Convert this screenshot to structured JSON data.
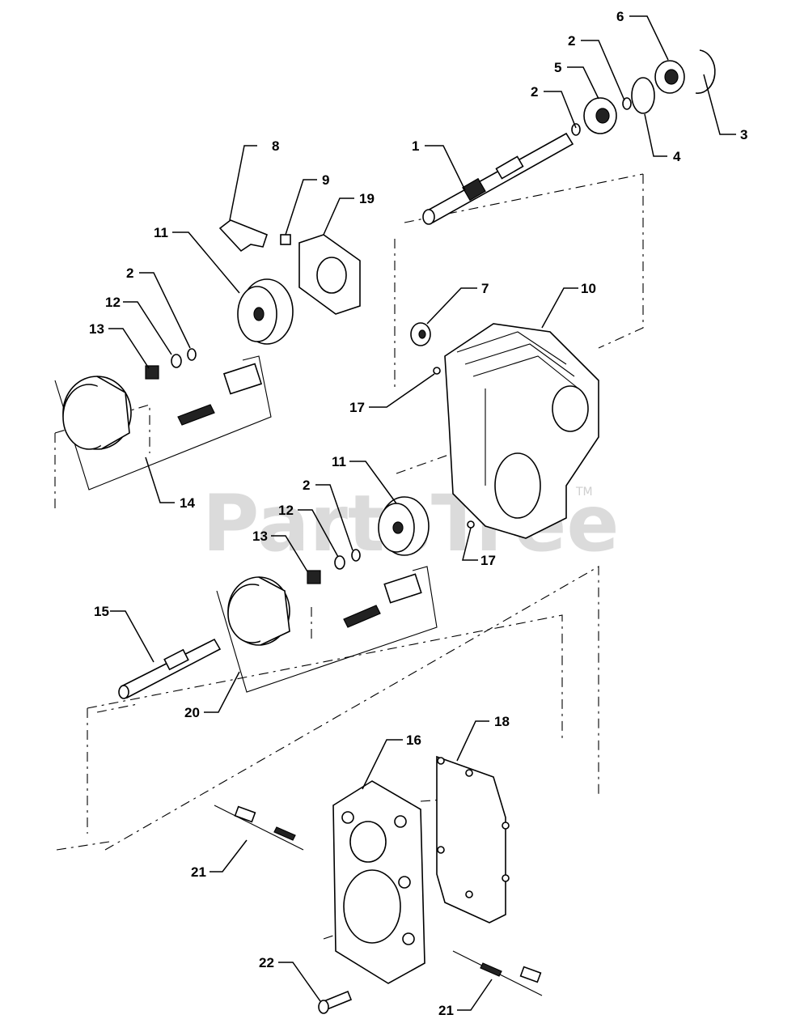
{
  "watermark": {
    "text": "PartsTree",
    "trademark": "TM"
  },
  "callouts": {
    "c1": "1",
    "c2a": "2",
    "c2b": "2",
    "c2c": "2",
    "c2d": "2",
    "c3": "3",
    "c4": "4",
    "c5": "5",
    "c6": "6",
    "c7": "7",
    "c8": "8",
    "c9": "9",
    "c10": "10",
    "c11a": "11",
    "c11b": "11",
    "c12a": "12",
    "c12b": "12",
    "c13a": "13",
    "c13b": "13",
    "c14": "14",
    "c15": "15",
    "c16": "16",
    "c17a": "17",
    "c17b": "17",
    "c18": "18",
    "c19": "19",
    "c20": "20",
    "c21a": "21",
    "c21b": "21",
    "c22": "22"
  }
}
